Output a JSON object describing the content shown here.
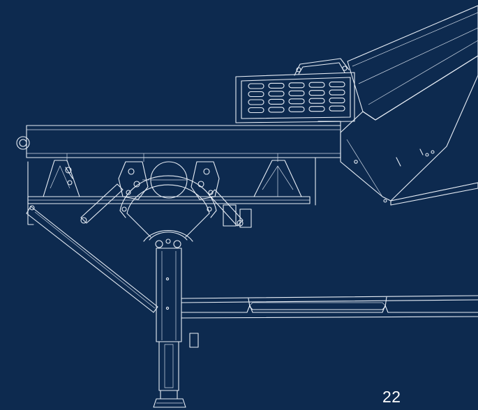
{
  "page": {
    "page_number": "22",
    "background_color": "#0d2a4f",
    "line_color": "#e8eef6"
  },
  "illustration": {
    "name": "machine-line-drawing",
    "parts": [
      "conveyor-housing",
      "vent-grille",
      "table-top",
      "scissor-lift-mechanism",
      "handwheel",
      "center-column",
      "hinged-side-arm",
      "base-rails",
      "leveling-foot"
    ]
  }
}
